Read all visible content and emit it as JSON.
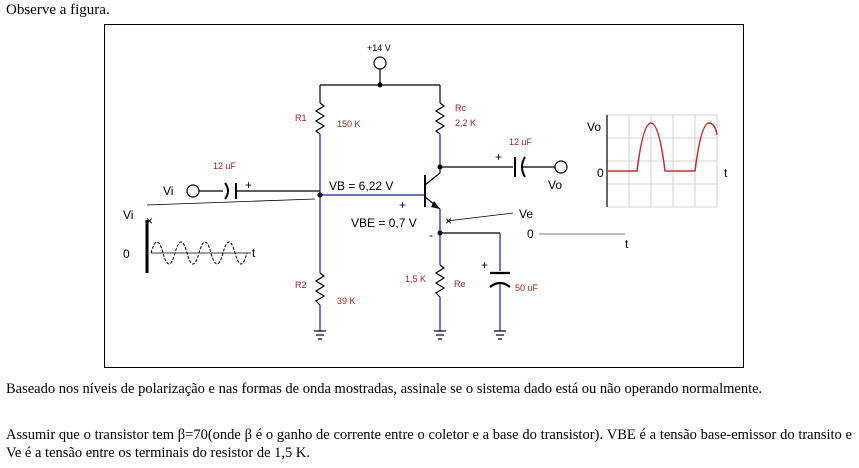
{
  "intro": "Observe a figura.",
  "paragraph1": "Baseado nos níveis de polarização e nas formas de onda mostradas, assinale se o sistema dado está ou não operando normalmente.",
  "paragraph2": "Assumir que o transistor tem  β=70(onde β é  o ganho de corrente entre o coletor e a base do transistor). VBE é a tensão base-emissor do transito e Ve é a tensão entre os terminais do resistor de 1,5 K.",
  "circuit": {
    "supply": "+14 V",
    "r1_name": "R1",
    "r1_value": "150 K",
    "r2_name": "R2",
    "r2_value": "39 K",
    "rc_name": "Rc",
    "rc_value": "2,2 K",
    "re_name": "Re",
    "re_value": "1,5 K",
    "cin_value": "12 uF",
    "cout_value": "12 uF",
    "ce_value": "50 uF",
    "vi_label": "Vi",
    "vo_label": "Vo",
    "vb_label": "VB = 6,22 V",
    "vbe_label": "VBE = 0,7 V",
    "ve_label": "Ve",
    "plus": "+",
    "minus": "-"
  },
  "scope_vi": {
    "y_label": "Vi",
    "zero": "0",
    "t_label": "t"
  },
  "scope_vo": {
    "y_label": "Vo",
    "zero": "0",
    "t_label": "t"
  },
  "scope_ve": {
    "zero": "0",
    "t_label": "t"
  },
  "colors": {
    "wire": "#000000",
    "node_blue": "#1a1aa0",
    "value_red": "#a02020",
    "grid": "#c8c8c8"
  }
}
